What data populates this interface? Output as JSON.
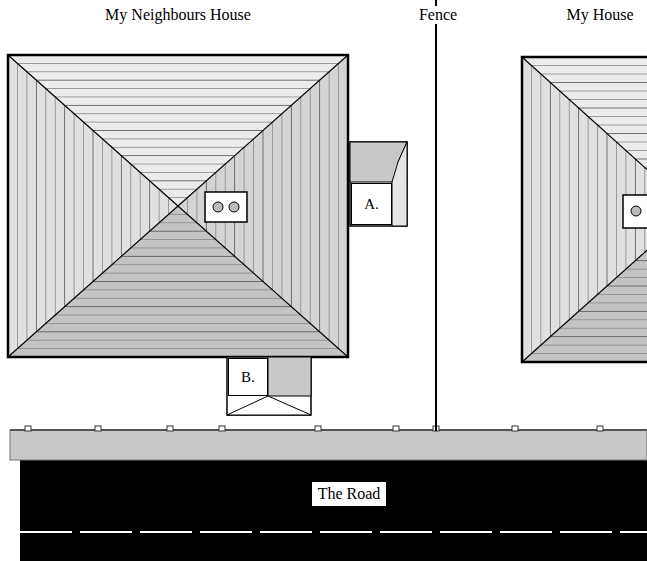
{
  "diagram": {
    "nodes": [
      {
        "text": [
          "A."
        ]
      },
      {
        "text": [
          "B."
        ]
      },
      {
        "text": [
          "The Road"
        ]
      }
    ],
    "labels": [
      "My Neighbours House",
      "Fence",
      "My House"
    ]
  }
}
